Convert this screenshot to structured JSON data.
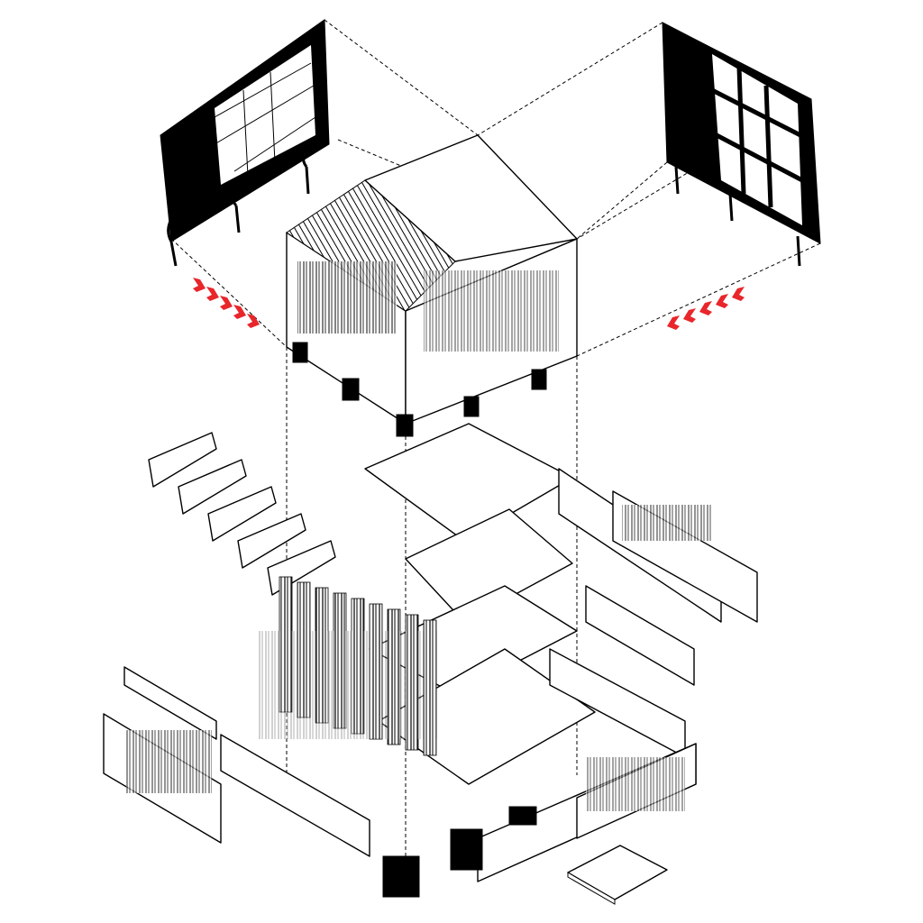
{
  "diagram": {
    "type": "exploded-axonometric",
    "colors": {
      "background": "#ffffff",
      "linework": "#000000",
      "arrow": "#e8262b",
      "ghost": "#d9d9d9"
    },
    "icons": {
      "left_arrows": "chevron-right-down-icon",
      "right_arrows": "chevron-left-down-icon"
    },
    "chevron_count_left": 5,
    "chevron_count_right": 5
  }
}
